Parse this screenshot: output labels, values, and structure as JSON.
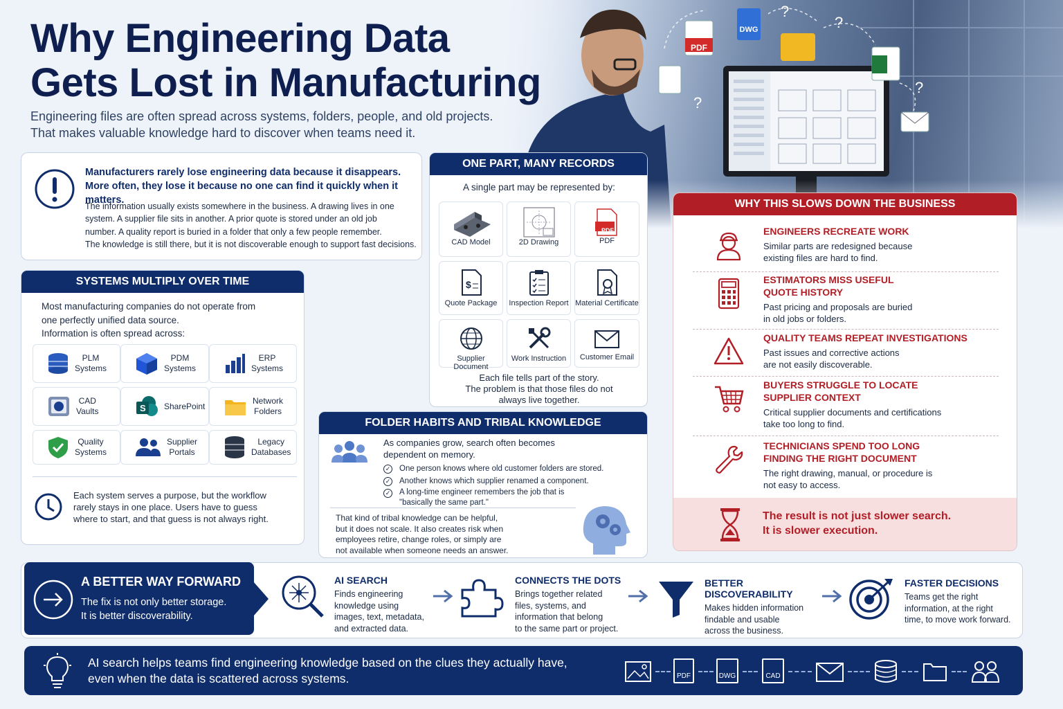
{
  "title_line1": "Why Engineering Data",
  "title_line2": "Gets Lost in Manufacturing",
  "subtitle_line1": "Engineering files are often spread across systems, folders, people, and old projects.",
  "subtitle_line2": "That makes valuable knowledge hard to discover when teams need it.",
  "hero": {
    "file_labels": [
      "PDF",
      "DWG",
      "?"
    ]
  },
  "intro": {
    "lead_line1": "Manufacturers rarely lose engineering data because it disappears.",
    "lead_line2": "More often, they lose it because no one can find it quickly when it matters.",
    "body_line1": "The information usually exists somewhere in the business. A drawing lives in one",
    "body_line2": "system. A supplier file sits in another. A prior quote is stored under an old job",
    "body_line3": "number. A quality report is buried in a folder that only a few people remember.",
    "body_line4": "The knowledge is still there, but it is not discoverable enough to support fast decisions."
  },
  "systems": {
    "header": "SYSTEMS MULTIPLY OVER TIME",
    "intro_line1": "Most manufacturing companies do not operate from",
    "intro_line2": "one perfectly unified data source.",
    "intro_line3": "Information is often spread across:",
    "items": [
      {
        "l1": "PLM",
        "l2": "Systems"
      },
      {
        "l1": "PDM",
        "l2": "Systems"
      },
      {
        "l1": "ERP",
        "l2": "Systems"
      },
      {
        "l1": "CAD",
        "l2": "Vaults"
      },
      {
        "l1": "SharePoint",
        "l2": ""
      },
      {
        "l1": "Network",
        "l2": "Folders"
      },
      {
        "l1": "Quality",
        "l2": "Systems"
      },
      {
        "l1": "Supplier",
        "l2": "Portals"
      },
      {
        "l1": "Legacy",
        "l2": "Databases"
      }
    ],
    "footer_line1": "Each system serves a purpose, but the workflow",
    "footer_line2": "rarely stays in one place. Users have to guess",
    "footer_line3": "where to start, and that guess is not always right."
  },
  "records": {
    "header": "ONE PART, MANY RECORDS",
    "intro": "A single part may be represented by:",
    "items": [
      "CAD Model",
      "2D Drawing",
      "PDF",
      "Quote Package",
      "Inspection Report",
      "Material Certificate",
      "Supplier Document",
      "Work Instruction",
      "Customer Email"
    ],
    "pdf_badge": "PDF",
    "footer_line1": "Each file tells part of the story.",
    "footer_line2": "The problem is that those files do not",
    "footer_line3": "always live together."
  },
  "tribal": {
    "header": "FOLDER HABITS AND TRIBAL KNOWLEDGE",
    "intro_line1": "As companies grow, search often becomes",
    "intro_line2": "dependent on memory.",
    "check1": "One person knows where old customer folders are stored.",
    "check2": "Another knows which supplier renamed a component.",
    "check3_line1": "A long-time engineer remembers the job that is",
    "check3_line2": "\"basically the same part.\"",
    "footer_line1": "That kind of tribal knowledge can be helpful,",
    "footer_line2": "but it does not scale. It also creates risk when",
    "footer_line3": "employees retire, change roles, or simply are",
    "footer_line4": "not available when someone needs an answer."
  },
  "business": {
    "header": "WHY THIS SLOWS DOWN THE BUSINESS",
    "items": [
      {
        "t1": "ENGINEERS RECREATE WORK",
        "t2": "",
        "d1": "Similar parts are redesigned because",
        "d2": "existing files are hard to find.",
        "icon": "engineer-icon"
      },
      {
        "t1": "ESTIMATORS MISS USEFUL",
        "t2": "QUOTE HISTORY",
        "d1": "Past pricing and proposals are buried",
        "d2": "in old jobs or folders.",
        "icon": "calculator-icon"
      },
      {
        "t1": "QUALITY TEAMS REPEAT INVESTIGATIONS",
        "t2": "",
        "d1": "Past issues and corrective actions",
        "d2": "are not easily discoverable.",
        "icon": "warning-icon"
      },
      {
        "t1": "BUYERS STRUGGLE TO LOCATE",
        "t2": "SUPPLIER CONTEXT",
        "d1": "Critical supplier documents and certifications",
        "d2": "take too long to find.",
        "icon": "cart-icon"
      },
      {
        "t1": "TECHNICIANS SPEND TOO LONG",
        "t2": "FINDING THE RIGHT DOCUMENT",
        "d1": "The right drawing, manual, or procedure is",
        "d2": "not easy to access.",
        "icon": "wrench-icon"
      }
    ],
    "result_line1": "The result is not just slower search.",
    "result_line2": "It is slower execution."
  },
  "forward": {
    "title": "A BETTER WAY FORWARD",
    "line1": "The fix is not only better storage.",
    "line2": "It is better discoverability.",
    "steps": [
      {
        "t": "AI SEARCH",
        "d1": "Finds engineering",
        "d2": "knowledge using",
        "d3": "images, text, metadata,",
        "d4": "and extracted data."
      },
      {
        "t": "CONNECTS THE DOTS",
        "d1": "Brings together related",
        "d2": "files, systems, and",
        "d3": "information that belong",
        "d4": "to the same part or project."
      },
      {
        "t": "BETTER DISCOVERABILITY",
        "d1": "Makes hidden information",
        "d2": "findable and usable",
        "d3": "across the business.",
        "d4": ""
      },
      {
        "t": "FASTER DECISIONS",
        "d1": "Teams get the right",
        "d2": "information, at the right",
        "d3": "time, to move work forward.",
        "d4": ""
      }
    ]
  },
  "bottom": {
    "line1": "AI search helps teams find engineering knowledge based on the clues they actually have,",
    "line2": "even when the data is scattered across systems.",
    "tags": [
      "PDF",
      "DWG",
      "CAD"
    ]
  },
  "colors": {
    "navy": "#0f2c6b",
    "red": "#b11e26",
    "bg": "#eef3fa"
  }
}
